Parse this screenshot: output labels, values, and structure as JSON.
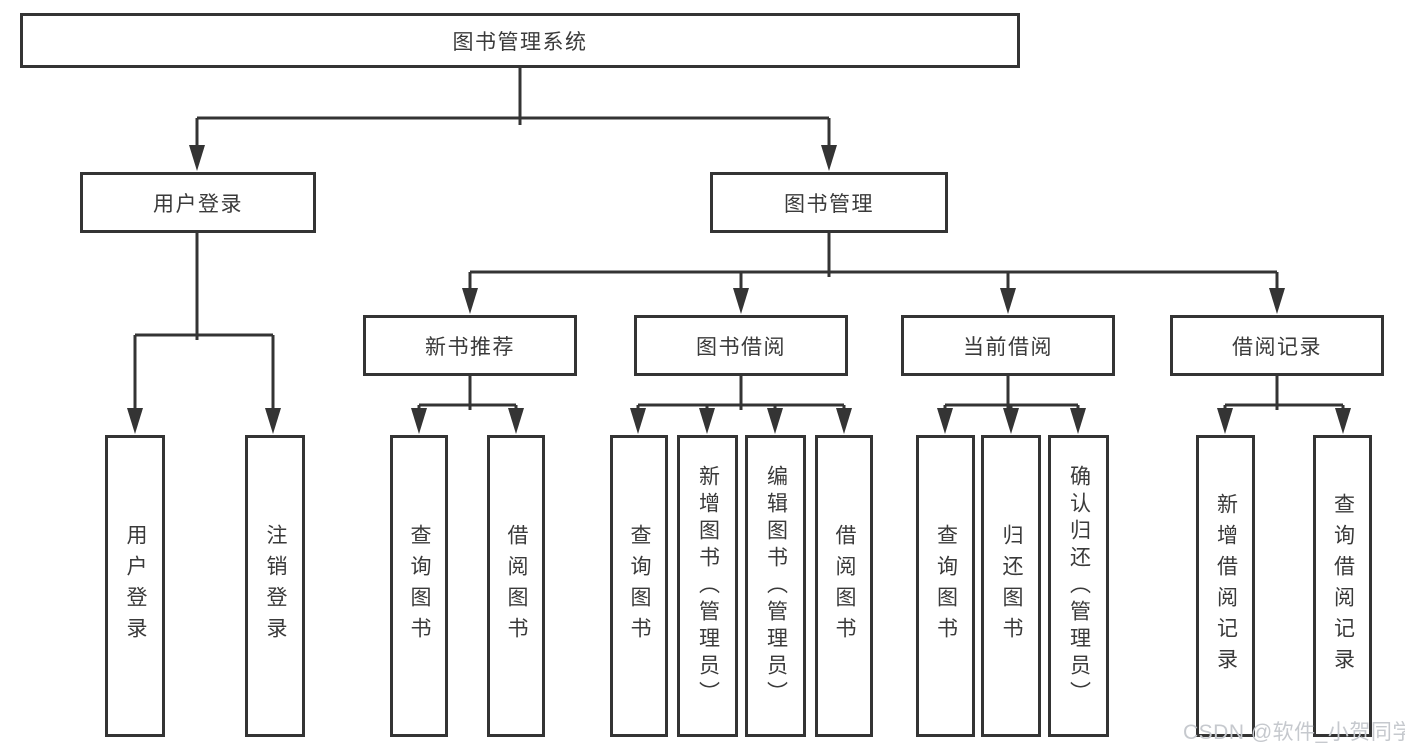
{
  "tree": {
    "label": "图书管理系统",
    "children": [
      {
        "label": "用户登录",
        "children": [
          {
            "label": "用户登录"
          },
          {
            "label": "注销登录"
          }
        ]
      },
      {
        "label": "图书管理",
        "children": [
          {
            "label": "新书推荐",
            "children": [
              {
                "label": "查询图书"
              },
              {
                "label": "借阅图书"
              }
            ]
          },
          {
            "label": "图书借阅",
            "children": [
              {
                "label": "查询图书"
              },
              {
                "label": "新增图书（管理员）"
              },
              {
                "label": "编辑图书（管理员）"
              },
              {
                "label": "借阅图书"
              }
            ]
          },
          {
            "label": "当前借阅",
            "children": [
              {
                "label": "查询图书"
              },
              {
                "label": "归还图书"
              },
              {
                "label": "确认归还（管理员）"
              }
            ]
          },
          {
            "label": "借阅记录",
            "children": [
              {
                "label": "新增借阅记录"
              },
              {
                "label": "查询借阅记录"
              }
            ]
          }
        ]
      }
    ]
  },
  "watermark": "CSDN @软件_小贺同学",
  "colors": {
    "line": "#343434",
    "text": "#3a3a3a",
    "background": "#ffffff",
    "watermark": "#c6c9ce"
  }
}
